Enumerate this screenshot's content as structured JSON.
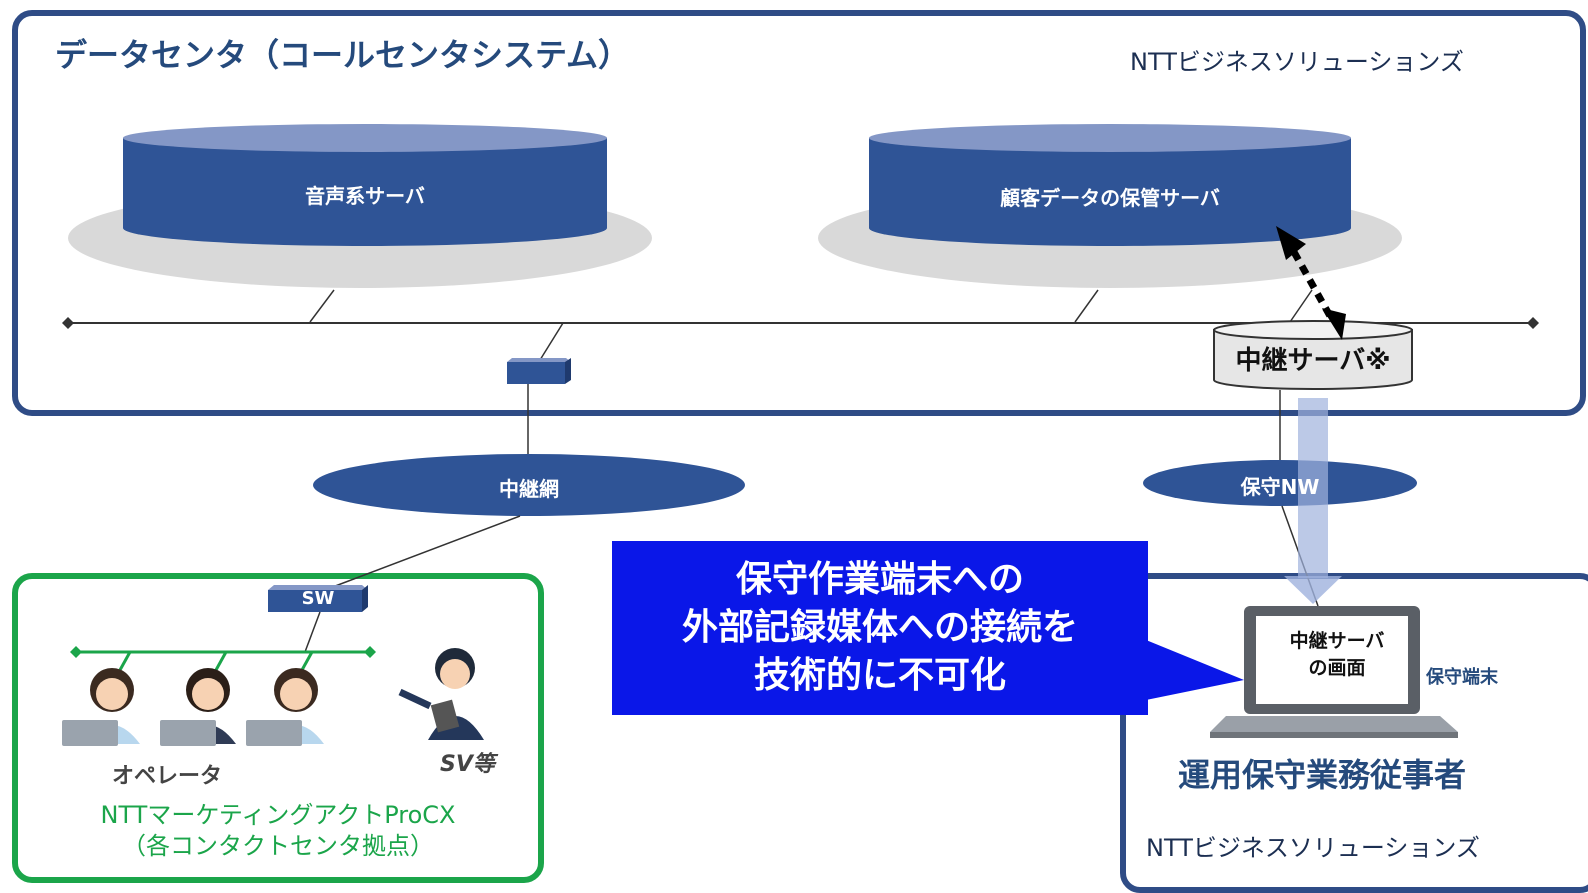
{
  "data_center": {
    "title": "データセンタ（コールセンタシステム）",
    "vendor": "NTTビジネスソリューションズ",
    "voice_server": "音声系サーバ",
    "customer_server": "顧客データの保管サーバ",
    "relay_server": "中継サーバ※"
  },
  "networks": {
    "relay_network": "中継網",
    "maintenance_network": "保守NW"
  },
  "callout": {
    "lines": [
      "保守作業端末への",
      "外部記録媒体への接続を",
      "技術的に不可化"
    ]
  },
  "maintenance": {
    "screen_label_line1": "中継サーバ",
    "screen_label_line2": "の画面",
    "terminal_label": "保守端末",
    "staff_label": "運用保守業務従事者",
    "vendor": "NTTビジネスソリューションズ"
  },
  "contact_site": {
    "switch_label": "SW",
    "operator_label": "オペレータ",
    "supervisor_label": "SV等",
    "company": "NTTマーケティングアクトProCX",
    "site": "（各コンタクトセンタ拠点）"
  },
  "colors": {
    "navy": "#2f4c86",
    "server_blue": "#2f5496",
    "green": "#1ba54a",
    "callout_blue": "#0a17e8"
  }
}
